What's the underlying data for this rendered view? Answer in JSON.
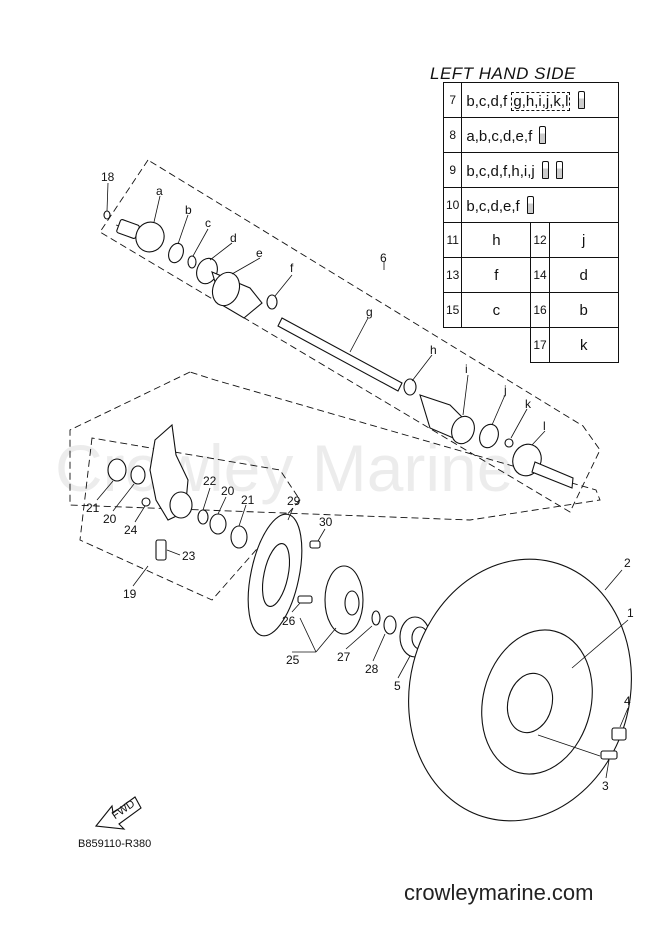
{
  "legend": {
    "title": "LEFT HAND SIDE",
    "full_rows": [
      {
        "num": "7",
        "pre": "b,c,d,f",
        "group": "g,h,i,j,k,l",
        "bottles": 1
      },
      {
        "num": "8",
        "pre": "a,b,c,d,e,f",
        "group": "",
        "bottles": 1
      },
      {
        "num": "9",
        "pre": "b,c,d,f,h,i,j",
        "group": "",
        "bottles": 2
      },
      {
        "num": "10",
        "pre": "b,c,d,e,f",
        "group": "",
        "bottles": 1
      }
    ],
    "pair_rows": [
      {
        "n1": "11",
        "v1": "h",
        "n2": "12",
        "v2": "j"
      },
      {
        "n1": "13",
        "v1": "f",
        "n2": "14",
        "v2": "d"
      },
      {
        "n1": "15",
        "v1": "c",
        "n2": "16",
        "v2": "b"
      },
      {
        "n2": "17",
        "v2": "k"
      }
    ]
  },
  "callouts": {
    "n18": "18",
    "a": "a",
    "b": "b",
    "c": "c",
    "d": "d",
    "e": "e",
    "f": "f",
    "n6": "6",
    "g": "g",
    "h": "h",
    "i": "i",
    "j": "j",
    "k": "k",
    "l": "l",
    "n21a": "21",
    "n20a": "20",
    "n24": "24",
    "n22": "22",
    "n20b": "20",
    "n21b": "21",
    "n23": "23",
    "n19": "19",
    "n29": "29",
    "n30": "30",
    "n26": "26",
    "n25": "25",
    "n27": "27",
    "n28": "28",
    "n5": "5",
    "n2": "2",
    "n1": "1",
    "n4": "4",
    "n3": "3"
  },
  "fwd_label": "FWD",
  "watermark": "Crowley Marine",
  "ref_code": "B859110-R380",
  "site": "crowleymarine.com",
  "colors": {
    "line": "#111111",
    "background": "#ffffff"
  }
}
